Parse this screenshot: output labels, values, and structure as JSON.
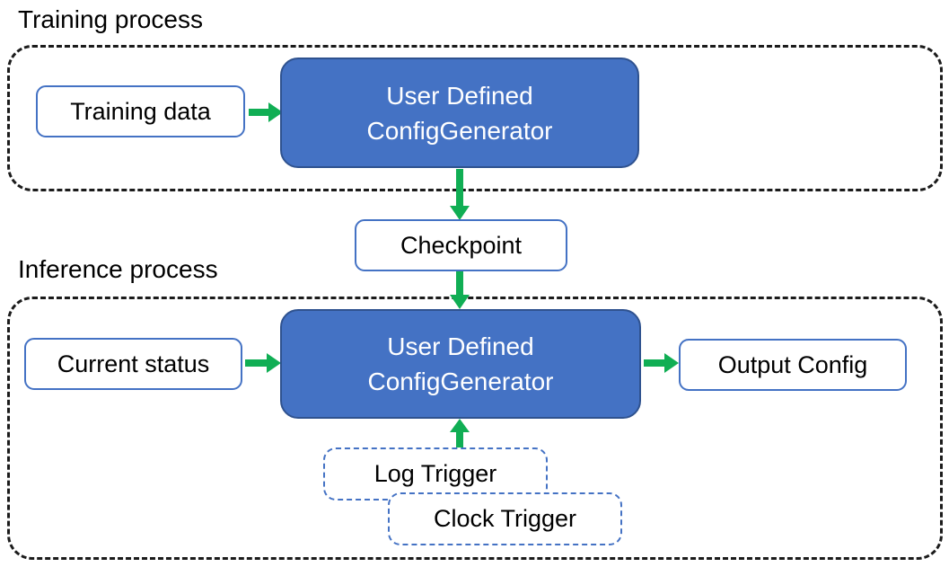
{
  "colors": {
    "accent_blue": "#4472C4",
    "accent_blue_dark": "#2F528F",
    "arrow_green": "#10AE54",
    "container_dash": "#1B1B1B",
    "text_dark": "#000000",
    "text_light": "#FFFFFF",
    "background": "#FFFFFF"
  },
  "training": {
    "section_label": "Training process",
    "nodes": {
      "training_data": {
        "label": "Training data"
      },
      "config_generator": {
        "line1": "User Defined",
        "line2": "ConfigGenerator"
      }
    }
  },
  "checkpoint": {
    "label": "Checkpoint"
  },
  "inference": {
    "section_label": "Inference process",
    "nodes": {
      "current_status": {
        "label": "Current status"
      },
      "config_generator": {
        "line1": "User Defined",
        "line2": "ConfigGenerator"
      },
      "output_config": {
        "label": "Output Config"
      },
      "log_trigger": {
        "label": "Log Trigger"
      },
      "clock_trigger": {
        "label": "Clock Trigger"
      }
    }
  },
  "flows": [
    {
      "from": "Training data",
      "to": "User Defined ConfigGenerator (training)"
    },
    {
      "from": "User Defined ConfigGenerator (training)",
      "to": "Checkpoint"
    },
    {
      "from": "Checkpoint",
      "to": "User Defined ConfigGenerator (inference)"
    },
    {
      "from": "Current status",
      "to": "User Defined ConfigGenerator (inference)"
    },
    {
      "from": "User Defined ConfigGenerator (inference)",
      "to": "Output Config"
    },
    {
      "from": "Log Trigger / Clock Trigger",
      "to": "User Defined ConfigGenerator (inference)"
    }
  ]
}
